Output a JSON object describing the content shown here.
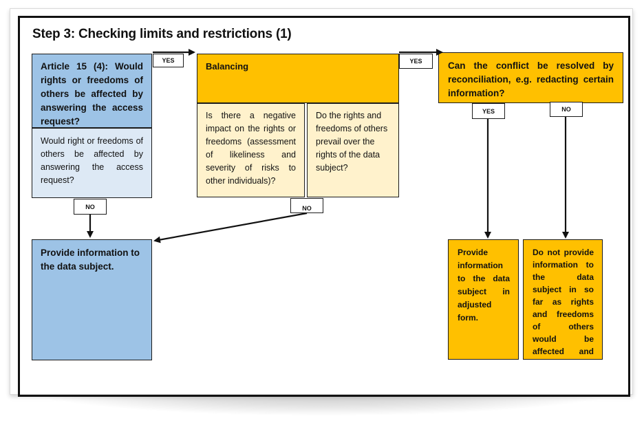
{
  "title": "Step 3: Checking limits and restrictions (1)",
  "boxes": {
    "article15": "Article 15 (4): Would rights or freedoms of others be affected by answering the access request?",
    "question_light": "Would right or freedoms of others be affected by answering the access request?",
    "balancing": "Balancing",
    "negative_impact": "Is there a negative impact on the rights or freedoms (assessment of likeliness and severity of risks to other individuals)?",
    "prevail": "Do the rights and freedoms of others prevail over the rights of the data subject?",
    "conflict": "Can the conflict be resolved by reconciliation, e.g. redacting certain information?",
    "provide_info": "Provide information to the data subject.",
    "provide_adjusted": "Provide information to the data subject in adjusted form.",
    "do_not_provide": "Do not provide information to the data subject in so far as rights and freedoms of others would be affected and prevail."
  },
  "labels": {
    "yes1": "YES",
    "yes2": "YES",
    "no1": "NO",
    "no2": "NO",
    "yes3": "YES",
    "no3": "NO"
  },
  "colors": {
    "blue_dark": "#9dc3e6",
    "blue_light": "#dde9f5",
    "orange": "#ffc000",
    "cream": "#fff2cc"
  }
}
